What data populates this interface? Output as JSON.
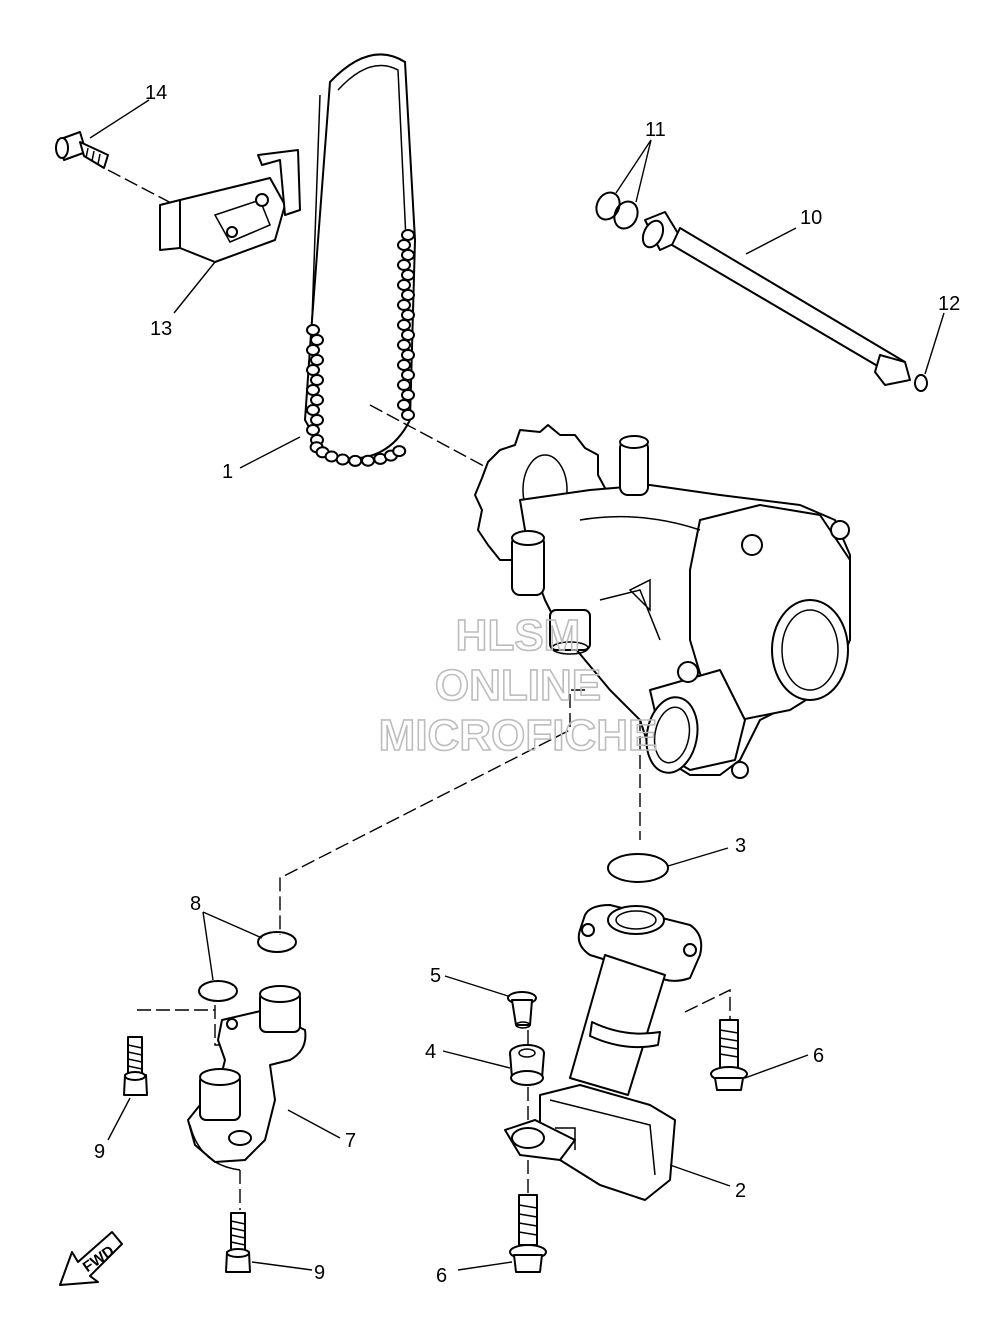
{
  "callouts": {
    "c1": "1",
    "c2": "2",
    "c3": "3",
    "c4": "4",
    "c5": "5",
    "c6a": "6",
    "c6b": "6",
    "c7": "7",
    "c8": "8",
    "c9a": "9",
    "c9b": "9",
    "c10": "10",
    "c11": "11",
    "c12": "12",
    "c13": "13",
    "c14": "14"
  },
  "watermark": {
    "line1": "HLSM",
    "line2": "ONLINE",
    "line3": "MICROFICHE",
    "color": "#bdbdbd"
  },
  "fwd_label": "FWD"
}
